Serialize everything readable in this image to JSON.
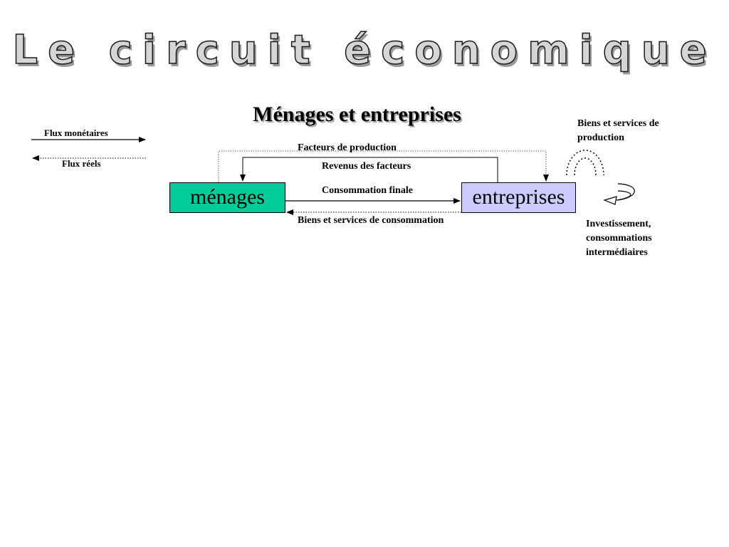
{
  "title": "Le circuit économique",
  "subtitle": "Ménages et entreprises",
  "legend": {
    "monetary": "Flux monétaires",
    "real": "Flux réels"
  },
  "nodes": {
    "households": "ménages",
    "firms": "entreprises"
  },
  "flows": {
    "factors_of_production": "Facteurs de production",
    "factor_income": "Revenus des facteurs",
    "final_consumption": "Consommation finale",
    "consumer_goods": "Biens et services de consommation"
  },
  "side_labels": {
    "production_goods": "Biens et services de production",
    "investment": "Investissement, consommations intermédiaires"
  },
  "colors": {
    "households_fill": "#00cc99",
    "firms_fill": "#ccccff"
  }
}
